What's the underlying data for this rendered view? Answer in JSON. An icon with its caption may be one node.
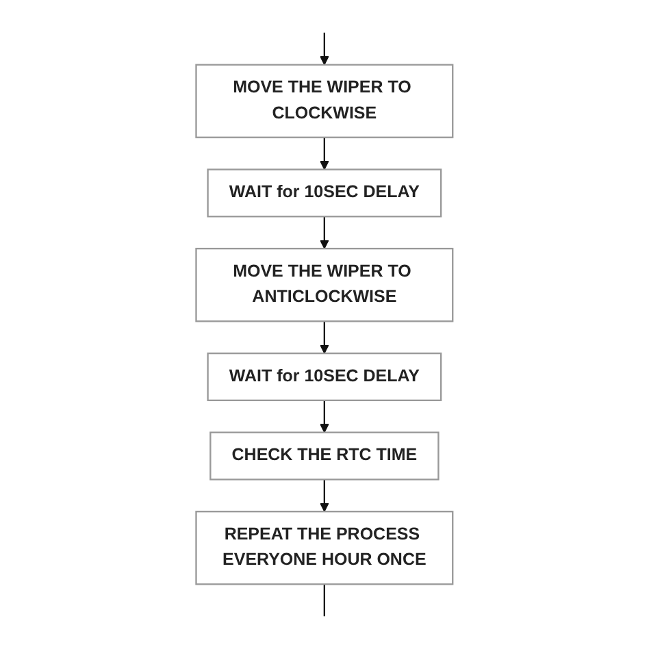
{
  "diagram": {
    "nodes": [
      {
        "text": [
          "MOVE THE WIPER TO CLOCKWISE"
        ]
      },
      {
        "text": [
          "WAIT for 10SEC DELAY"
        ]
      },
      {
        "text": [
          "MOVE THE WIPER TO ANTICLOCKWISE"
        ]
      },
      {
        "text": [
          "WAIT for 10SEC DELAY"
        ]
      },
      {
        "text": [
          "CHECK THE RTC TIME"
        ]
      },
      {
        "text": [
          "REPEAT THE PROCESS EVERYONE HOUR ONCE"
        ]
      }
    ],
    "edges": [
      {
        "from": null,
        "to": 0,
        "arrow": "to"
      },
      {
        "from": 0,
        "to": 1,
        "arrow": "to"
      },
      {
        "from": 1,
        "to": 2,
        "arrow": "to"
      },
      {
        "from": 2,
        "to": 3,
        "arrow": "to"
      },
      {
        "from": 3,
        "to": 4,
        "arrow": "to"
      },
      {
        "from": 4,
        "to": 5,
        "arrow": "to"
      },
      {
        "from": 5,
        "to": null,
        "arrow": "none"
      }
    ]
  }
}
